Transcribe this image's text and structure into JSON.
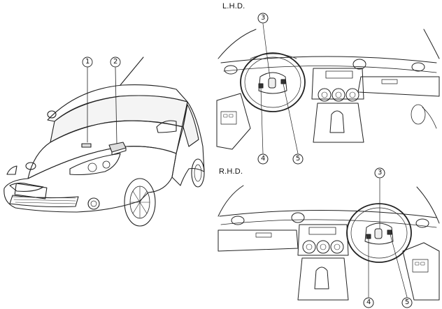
{
  "labels": {
    "lhd": "L.H.D.",
    "rhd": "R.H.D."
  },
  "callouts": {
    "car_1": "1",
    "car_2": "2",
    "lhd_3": "3",
    "lhd_4": "4",
    "lhd_5": "5",
    "rhd_3": "3",
    "rhd_4": "4",
    "rhd_5": "5"
  }
}
